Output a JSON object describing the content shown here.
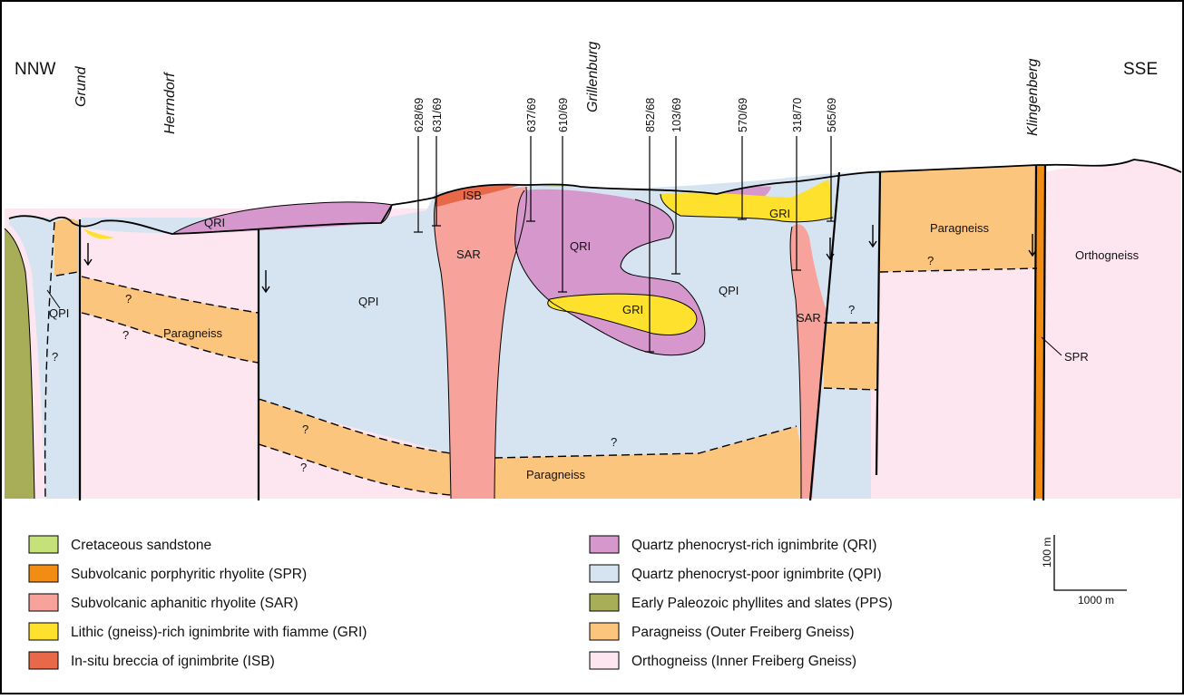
{
  "section": {
    "direction_left": "NNW",
    "direction_right": "SSE",
    "places": [
      "Grund",
      "Herrndorf",
      "Grillenburg",
      "Klingenberg"
    ],
    "boreholes": [
      "628/69",
      "631/69",
      "637/69",
      "610/69",
      "852/68",
      "103/69",
      "570/69",
      "318/70",
      "565/69"
    ],
    "unit_labels": {
      "qri": "QRI",
      "qpi": "QPI",
      "gri": "GRI",
      "sar": "SAR",
      "isb": "ISB",
      "spr": "SPR",
      "paragneiss": "Paragneiss",
      "orthogneiss": "Orthogneiss",
      "unknown": "?"
    }
  },
  "legend": [
    {
      "label": "Cretaceous sandstone",
      "color": "#c5e17a"
    },
    {
      "label": "Subvolcanic porphyritic rhyolite (SPR)",
      "color": "#f28c12"
    },
    {
      "label": "Subvolcanic aphanitic rhyolite (SAR)",
      "color": "#f7a29b"
    },
    {
      "label": "Lithic (gneiss)-rich ignimbrite with fiamme (GRI)",
      "color": "#fde12c"
    },
    {
      "label": "In-situ breccia of ignimbrite (ISB)",
      "color": "#e8694a"
    },
    {
      "label": "Quartz phenocryst-rich ignimbrite (QRI)",
      "color": "#d597cc"
    },
    {
      "label": "Quartz phenocryst-poor ignimbrite (QPI)",
      "color": "#d6e4f1"
    },
    {
      "label": "Early Paleozoic phyllites and slates (PPS)",
      "color": "#a8ad58"
    },
    {
      "label": "Paragneiss (Outer Freiberg Gneiss)",
      "color": "#fcc57e"
    },
    {
      "label": "Orthogneiss (Inner Freiberg Gneiss)",
      "color": "#fde6ef"
    }
  ],
  "scale": {
    "vertical": "100 m",
    "horizontal": "1000 m"
  }
}
